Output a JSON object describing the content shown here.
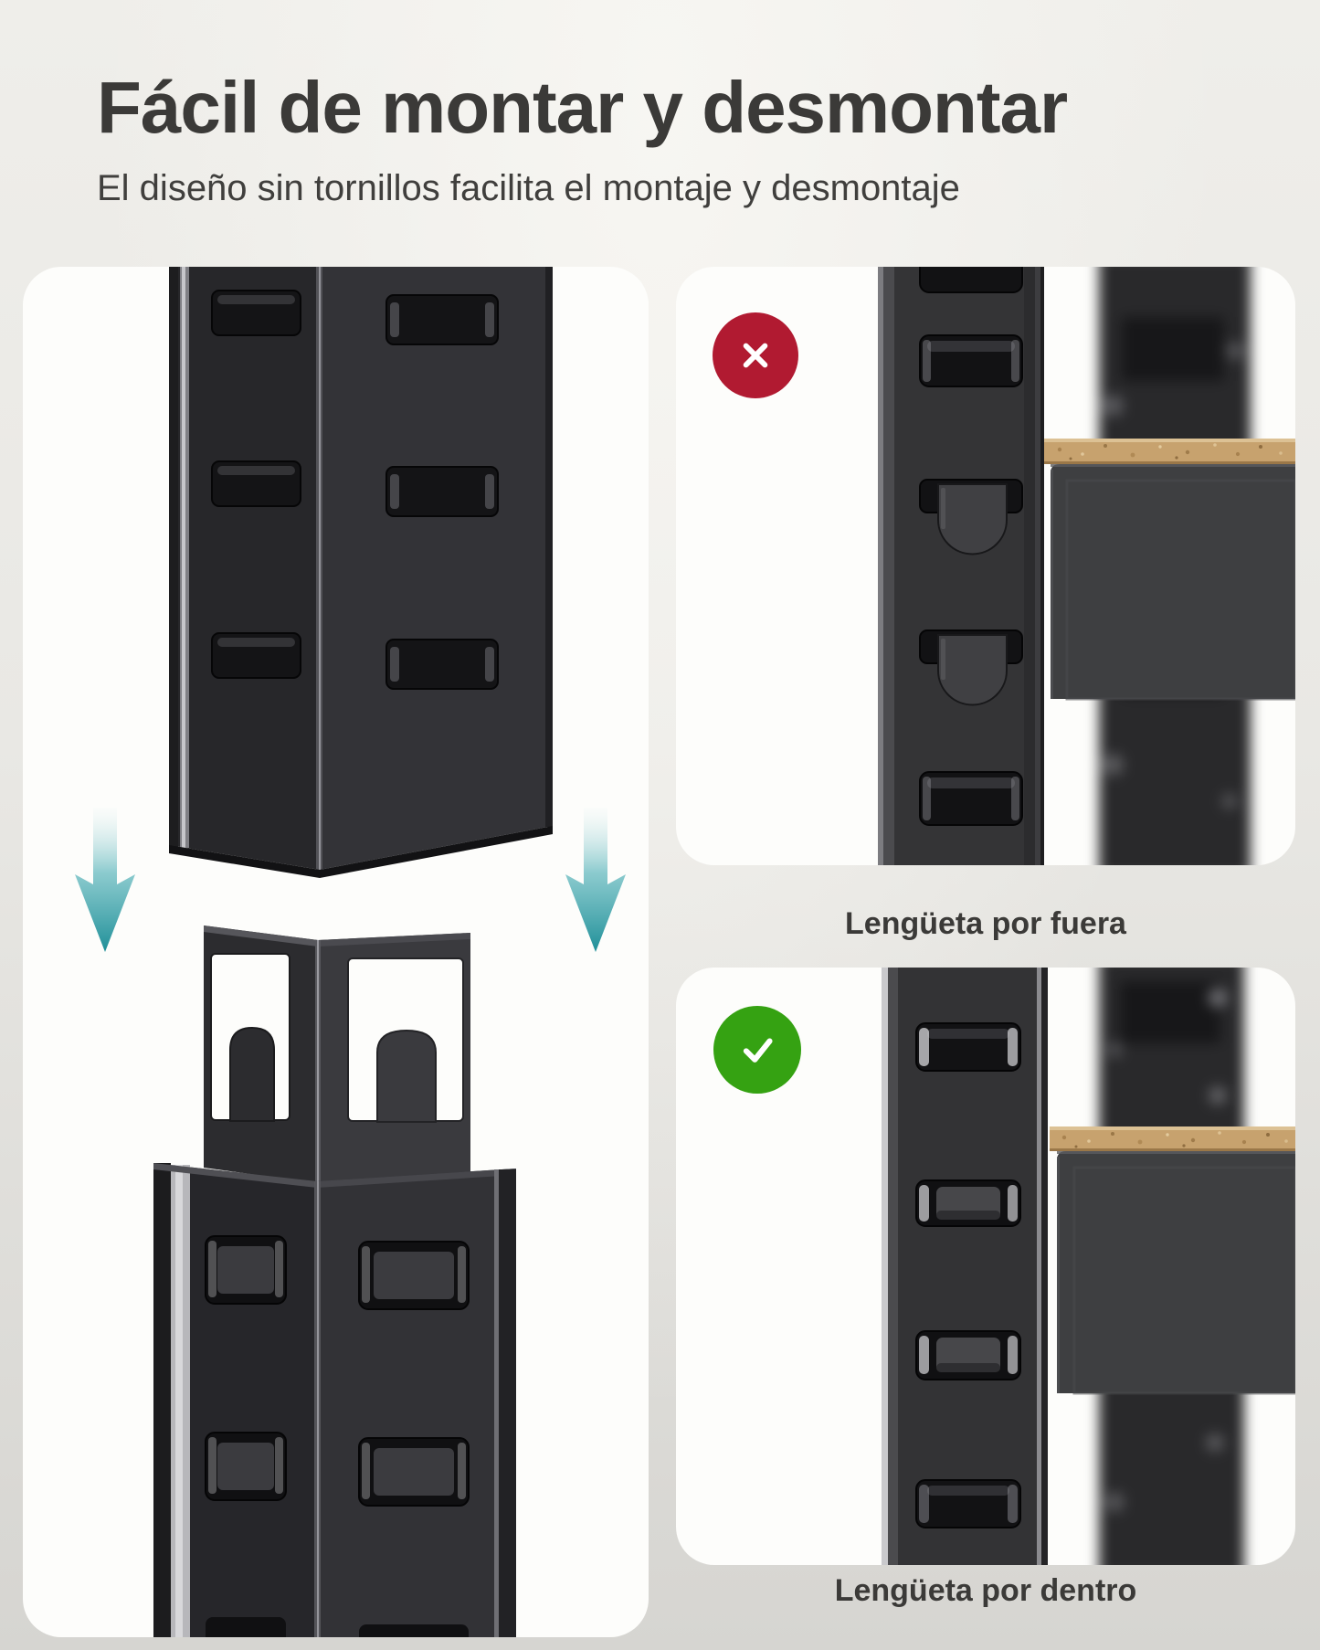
{
  "header": {
    "title": "Fácil de montar y desmontar",
    "subtitle": "El diseño sin tornillos facilita el montaje y desmontaje"
  },
  "comparison": {
    "bad": {
      "caption": "Lengüeta por fuera",
      "icon": "cross-icon"
    },
    "good": {
      "caption": "Lengüeta por dentro",
      "icon": "check-icon"
    }
  },
  "colors": {
    "bad_red": "#b11a31",
    "good_green": "#35a212",
    "arrow_teal": "#1f8f98",
    "heading_text": "#3b3a38",
    "wood_tan": "#c7a26e",
    "panel_white": "#fdfdfb"
  }
}
